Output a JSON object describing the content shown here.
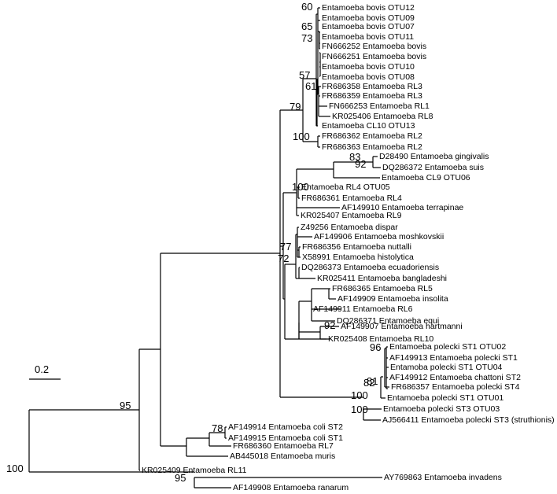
{
  "tree": {
    "scale_label": "0.2",
    "leaves": [
      "Entamoeba bovis OTU12",
      "Entamoeba bovis OTU09",
      "Entamoeba bovis OTU07",
      "Entamoeba bovis OTU11",
      "FN666252 Entamoeba bovis",
      "FN666251 Entamoeba bovis",
      "Entamoeba bovis OTU10",
      "Entamoeba bovis OTU08",
      "FR686358 Entamoeba RL3",
      "FR686359 Entamoeba RL3",
      "FN666253 Entamoeba RL1",
      "KR025406 Entamoeba RL8",
      "Entamoeba CL10 OTU13",
      "FR686362 Entamoeba RL2",
      "FR686363 Entamoeba RL2",
      "D28490 Entamoeba gingivalis",
      "DQ286372 Entamoeba suis",
      "Entamoeba CL9 OTU06",
      "Entamoeba RL4 OTU05",
      "FR686361 Entamoeba RL4",
      "AF149910 Entamoeba terrapinae",
      "KR025407 Entamoeba RL9",
      "Z49256 Entamoeba dispar",
      "AF149906 Entamoeba moshkovskii",
      "FR686356 Entamoeba nuttalli",
      "X58991 Entamoeba histolytica",
      "DQ286373 Entamoeba ecuadoriensis",
      "KR025411 Entamoeba bangladeshi",
      "FR686365 Entamoeba RL5",
      "AF149909 Entamoeba insolita",
      "AF149911 Entamoeba RL6",
      "DQ286371 Entamoeba equi",
      "AF149907 Entamoeba hartmanni",
      "KR025408 Entamoeba RL10",
      "Entamoeba polecki ST1 OTU02",
      "AF149913 Entamoeba polecki ST1",
      "Entamoba polecki ST1 OTU04",
      "AF149912 Entamoeba chattoni ST2",
      "FR686357 Entamoeba polecki ST4",
      "Entamoeba polecki ST1 OTU01",
      "Entamoeba polecki ST3 OTU03",
      "AJ566411 Entamoeba polecki ST3 (struthionis)",
      "AF149914 Entamoeba coli ST2",
      "AF149915 Entamoeba coli ST1",
      "FR686360 Entamoeba RL7",
      "AB445018 Entamoeba muris",
      "KR025409 Entamoeba RL11",
      "AY769863 Entamoeba invadens",
      "AF149908 Entamoeba ranarum"
    ],
    "bootstrap_values": [
      "60",
      "65",
      "73",
      "57",
      "61",
      "79",
      "100",
      "83",
      "92",
      "100",
      "77",
      "72",
      "92",
      "96",
      "81",
      "82",
      "100",
      "100",
      "95",
      "78",
      "100",
      "95"
    ]
  }
}
